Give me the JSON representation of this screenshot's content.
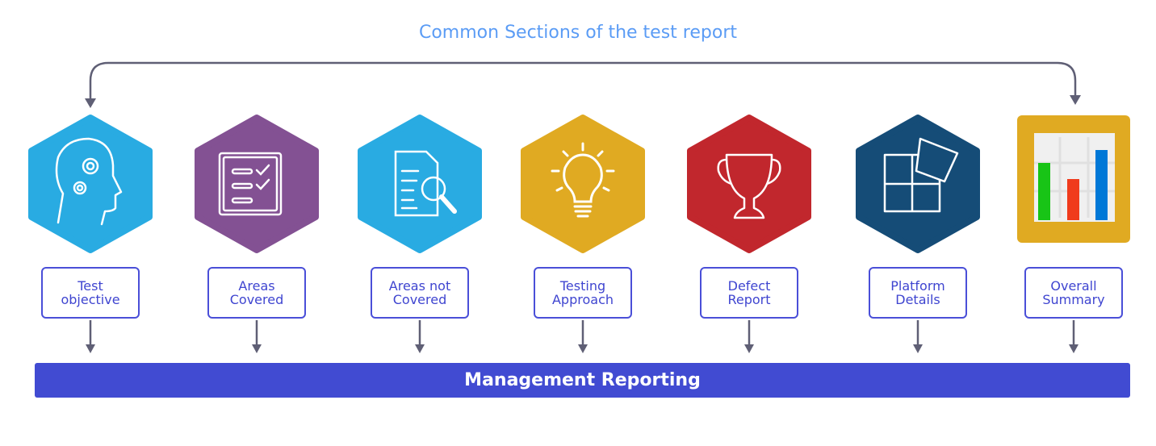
{
  "title": "Common Sections of the test report",
  "sections": [
    {
      "label": "Test objective",
      "line1": "Test",
      "line2": "objective",
      "icon": "head-gears-icon",
      "color": "#29abe2"
    },
    {
      "label": "Areas Covered",
      "line1": "Areas",
      "line2": "Covered",
      "icon": "checklist-icon",
      "color": "#835193"
    },
    {
      "label": "Areas not Covered",
      "line1": "Areas not",
      "line2": "Covered",
      "icon": "document-search-icon",
      "color": "#29abe2"
    },
    {
      "label": "Testing Approach",
      "line1": "Testing",
      "line2": "Approach",
      "icon": "lightbulb-icon",
      "color": "#e0aa22"
    },
    {
      "label": "Defect Report",
      "line1": "Defect",
      "line2": "Report",
      "icon": "trophy-icon",
      "color": "#c1272d"
    },
    {
      "label": "Platform Details",
      "line1": "Platform",
      "line2": "Details",
      "icon": "puzzle-icon",
      "color": "#154c77"
    },
    {
      "label": "Overall Summary",
      "line1": "Overall",
      "line2": "Summary",
      "icon": "bar-chart-icon",
      "color": "#e0aa22"
    }
  ],
  "footer": "Management Reporting"
}
